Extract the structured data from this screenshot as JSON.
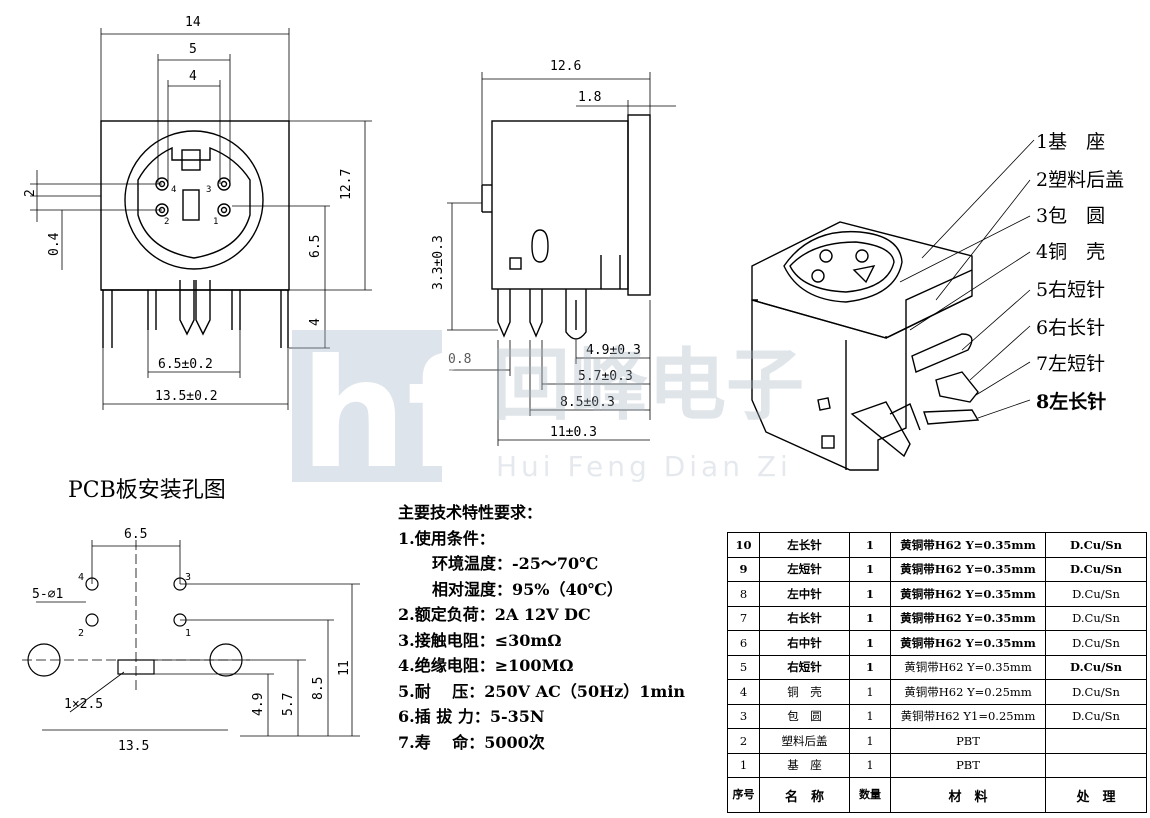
{
  "front_view": {
    "dims": [
      "14",
      "5",
      "4",
      "2",
      "0.4",
      "12.7",
      "6.5",
      "4",
      "6.5±0.2",
      "13.5±0.2"
    ],
    "pin_numbers": [
      "4",
      "3",
      "2",
      "1"
    ]
  },
  "side_view": {
    "dims": [
      "12.6",
      "1.8",
      "3.3±0.3",
      "0.8",
      "4.9±0.3",
      "5.7±0.3",
      "8.5±0.3",
      "11±0.3"
    ]
  },
  "iso_view": {
    "callouts": [
      "1基　座",
      "2塑料后盖",
      "3包　圆",
      "4铜　壳",
      "5右短针",
      "6右长针",
      "7左短针",
      "8左长针"
    ]
  },
  "watermark": {
    "logo": "hf",
    "text": "回峰电子",
    "pinyin": "Hui Feng Dian Zi"
  },
  "pcb": {
    "title": "PCB板安装孔图",
    "dims": [
      "6.5",
      "5-⌀1",
      "1×2.5",
      "4.9",
      "5.7",
      "8.5",
      "11",
      "13.5"
    ],
    "hole_numbers": [
      "4",
      "3",
      "2",
      "1"
    ]
  },
  "specs": {
    "heading": "主要技术特性要求：",
    "lines": [
      "1.使用条件：",
      "环境温度：-25～70℃",
      "相对湿度：95%（40℃）",
      "2.额定负荷：2A 12V DC",
      "3.接触电阻：≤30mΩ",
      "4.绝缘电阻：≥100MΩ",
      "5.耐　 压：250V AC（50Hz）1min",
      "6.插 拔 力：5-35N",
      "7.寿　 命：5000次"
    ]
  },
  "bom": {
    "rows": [
      [
        "10",
        "左长针",
        "1",
        "黄铜带H62 Y=0.35mm",
        "D.Cu/Sn"
      ],
      [
        "9",
        "左短针",
        "1",
        "黄铜带H62 Y=0.35mm",
        "D.Cu/Sn"
      ],
      [
        "8",
        "左中针",
        "1",
        "黄铜带H62 Y=0.35mm",
        "D.Cu/Sn"
      ],
      [
        "7",
        "右长针",
        "1",
        "黄铜带H62 Y=0.35mm",
        "D.Cu/Sn"
      ],
      [
        "6",
        "右中针",
        "1",
        "黄铜带H62 Y=0.35mm",
        "D.Cu/Sn"
      ],
      [
        "5",
        "右短针",
        "1",
        "黄铜带H62 Y=0.35mm",
        "D.Cu/Sn"
      ],
      [
        "4",
        "铜　壳",
        "1",
        "黄铜带H62 Y=0.25mm",
        "D.Cu/Sn"
      ],
      [
        "3",
        "包　圆",
        "1",
        "黄铜带H62 Y1=0.25mm",
        "D.Cu/Sn"
      ],
      [
        "2",
        "塑料后盖",
        "1",
        "PBT",
        ""
      ],
      [
        "1",
        "基　座",
        "1",
        "PBT",
        ""
      ]
    ],
    "header": [
      "序号",
      "名　称",
      "数量",
      "材　料",
      "处　理"
    ]
  }
}
